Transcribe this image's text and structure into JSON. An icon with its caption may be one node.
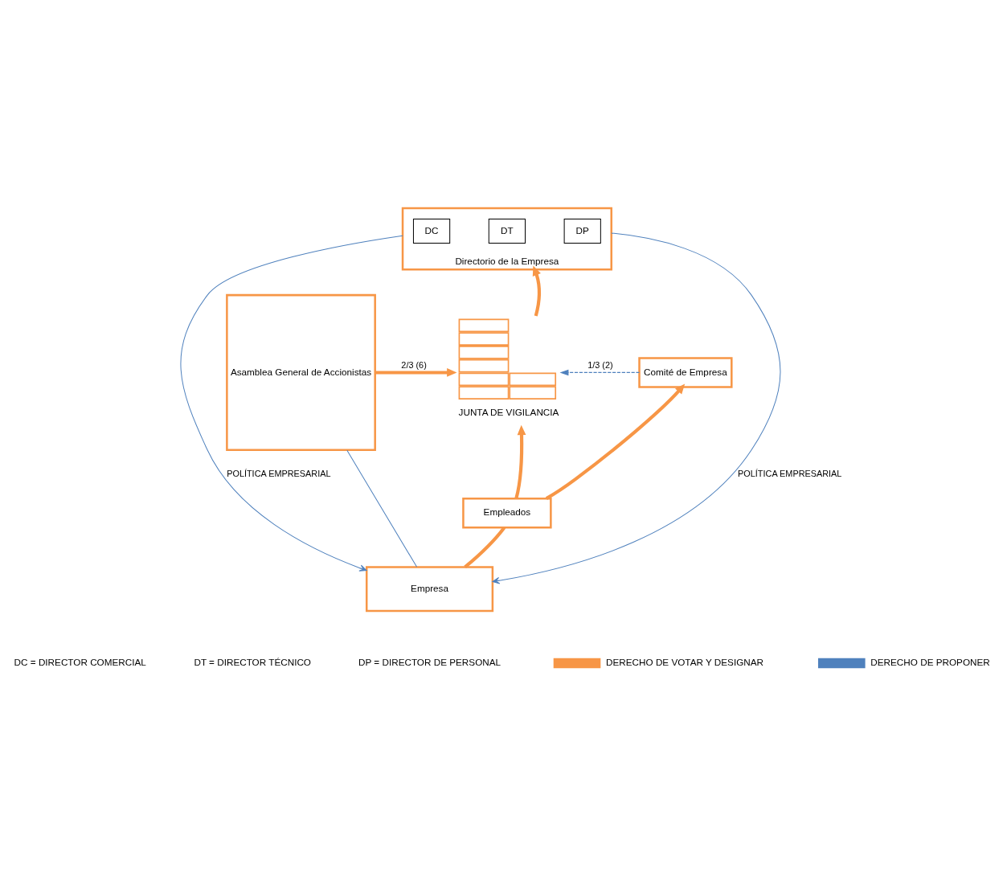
{
  "diagram": {
    "nodes": [
      {
        "text": [
          "Directorio de la Empresa"
        ]
      },
      {
        "text": [
          "DC"
        ],
        "in": 0
      },
      {
        "text": [
          "DT"
        ],
        "in": 0
      },
      {
        "text": [
          "DP"
        ],
        "in": 0
      },
      {
        "text": [
          "Asamblea General de Accionistas"
        ]
      },
      {
        "text": [
          "JUNTA DE VIGILANCIA"
        ]
      },
      {
        "text": [
          "Comité de Empresa"
        ]
      },
      {
        "text": [
          "Empleados"
        ]
      },
      {
        "text": [
          "Empresa"
        ]
      }
    ],
    "edges": [
      {
        "from": 5,
        "to": 0,
        "arrow": "to"
      },
      {
        "from": 4,
        "to": 5,
        "arrow": "to",
        "label": "2/3 (6)"
      },
      {
        "from": 6,
        "to": 5,
        "arrow": "to",
        "label": "1/3 (2)",
        "style": "dashed",
        "color": "#4f81bd"
      },
      {
        "from": 7,
        "to": 5,
        "arrow": "to"
      },
      {
        "from": 7,
        "to": 6,
        "arrow": "to"
      },
      {
        "from": 8,
        "to": 7,
        "arrow": "none"
      },
      {
        "from": 4,
        "to": 8,
        "arrow": "none",
        "color": "#4f81bd"
      },
      {
        "from": 0,
        "to": 8,
        "arrow": "to",
        "label": "POLÍTICA EMPRESARIAL",
        "color": "#4f81bd"
      },
      {
        "from": 0,
        "to": 8,
        "arrow": "to",
        "label": "POLÍTICA EMPRESARIAL",
        "color": "#4f81bd"
      }
    ],
    "labels": [
      "DC = DIRECTOR COMERCIAL",
      "DT = DIRECTOR TÉCNICO",
      "DP = DIRECTOR DE PERSONAL"
    ],
    "legend": [
      {
        "text": "DERECHO DE VOTAR Y DESIGNAR"
      },
      {
        "text": "DERECHO DE PROPONER"
      }
    ]
  }
}
